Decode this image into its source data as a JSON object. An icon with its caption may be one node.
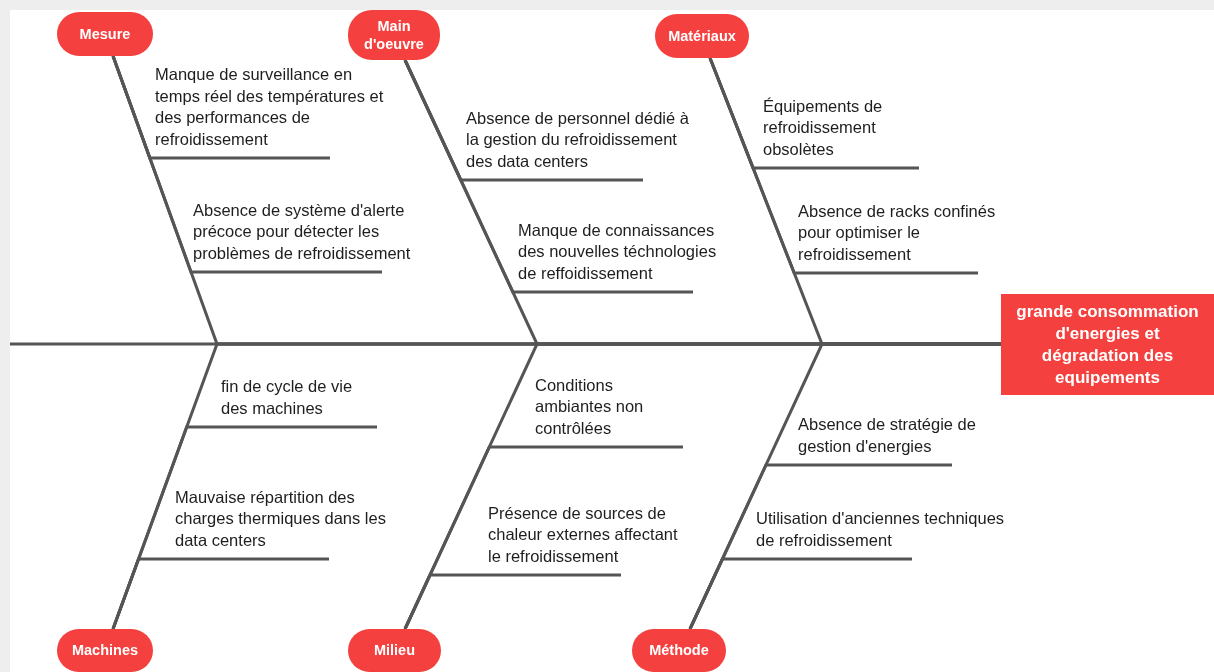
{
  "diagram": {
    "nodes": [
      {
        "text": [
          "Mesure"
        ]
      },
      {
        "text": [
          "Manque de surveillance en temps réel des températures et des performances de refroidissement"
        ]
      },
      {
        "text": [
          "Absence de système d'alerte précoce pour détecter les problèmes de refroidissement"
        ]
      },
      {
        "text": [
          "Main d'oeuvre"
        ]
      },
      {
        "text": [
          "Absence de personnel dédié à la gestion du refroidissement des data centers"
        ]
      },
      {
        "text": [
          "Manque de connaissances des nouvelles téchnologies de reffoidissement"
        ]
      },
      {
        "text": [
          "Matériaux"
        ]
      },
      {
        "text": [
          "Équipements de refroidissement obsolètes"
        ]
      },
      {
        "text": [
          "Absence de racks confinés pour optimiser le refroidissement"
        ]
      },
      {
        "text": [
          "grande consommation d'energies et dégradation des equipements"
        ]
      },
      {
        "text": [
          "Machines"
        ]
      },
      {
        "text": [
          "fin de cycle de vie des machines"
        ]
      },
      {
        "text": [
          "Mauvaise répartition des charges thermiques dans les data centers"
        ]
      },
      {
        "text": [
          "Milieu"
        ]
      },
      {
        "text": [
          "Conditions ambiantes non contrôlées"
        ]
      },
      {
        "text": [
          "Présence de sources de chaleur externes affectant le refroidissement"
        ]
      },
      {
        "text": [
          "Méthode"
        ]
      },
      {
        "text": [
          "Absence de stratégie de gestion d'energies"
        ]
      },
      {
        "text": [
          "Utilisation d'anciennes techniques de refroidissement"
        ]
      }
    ],
    "edges": [
      {
        "from": null,
        "to": 9,
        "arrow": "none"
      },
      {
        "from": 0,
        "to": 9,
        "arrow": "none"
      },
      {
        "from": 3,
        "to": 9,
        "arrow": "none"
      },
      {
        "from": 6,
        "to": 9,
        "arrow": "none"
      },
      {
        "from": 10,
        "to": 9,
        "arrow": "none"
      },
      {
        "from": 13,
        "to": 9,
        "arrow": "none"
      },
      {
        "from": 16,
        "to": 9,
        "arrow": "none"
      },
      {
        "from": 1,
        "to": 0,
        "arrow": "none"
      },
      {
        "from": 2,
        "to": 0,
        "arrow": "none"
      },
      {
        "from": 4,
        "to": 3,
        "arrow": "none"
      },
      {
        "from": 5,
        "to": 3,
        "arrow": "none"
      },
      {
        "from": 7,
        "to": 6,
        "arrow": "none"
      },
      {
        "from": 8,
        "to": 6,
        "arrow": "none"
      },
      {
        "from": 11,
        "to": 10,
        "arrow": "none"
      },
      {
        "from": 12,
        "to": 10,
        "arrow": "none"
      },
      {
        "from": 14,
        "to": 13,
        "arrow": "none"
      },
      {
        "from": 15,
        "to": 13,
        "arrow": "none"
      },
      {
        "from": 17,
        "to": 16,
        "arrow": "none"
      },
      {
        "from": 18,
        "to": 16,
        "arrow": "none"
      }
    ]
  }
}
